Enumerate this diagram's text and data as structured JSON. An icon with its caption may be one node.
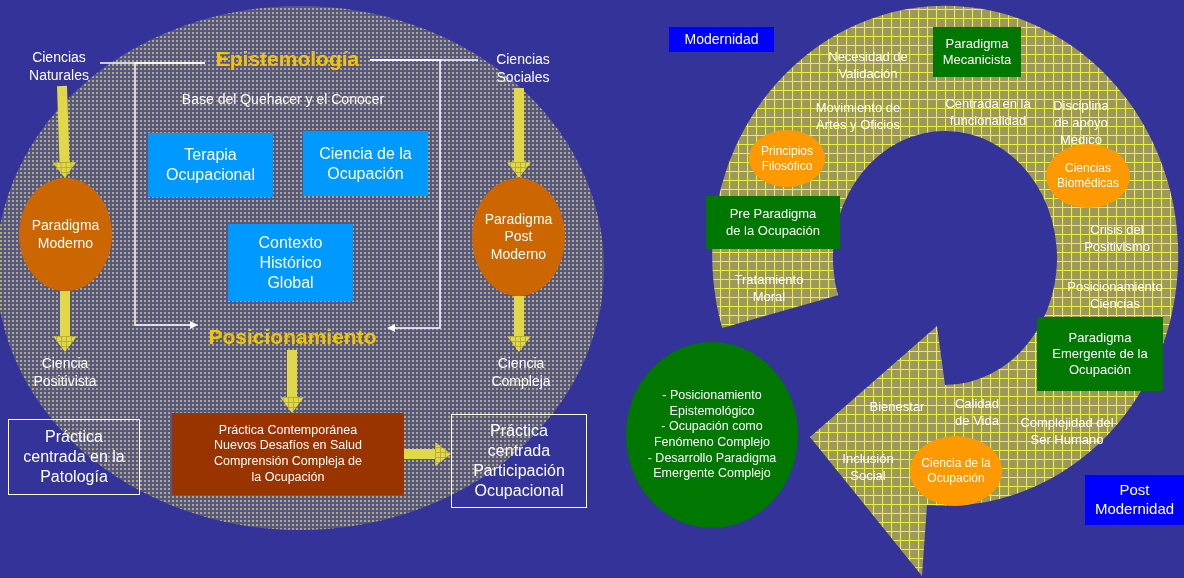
{
  "diagram": {
    "nodes": [
      {
        "text": [
          "Epistemología"
        ]
      },
      {
        "text": [
          "Ciencias Naturales"
        ]
      },
      {
        "text": [
          "Ciencias Sociales"
        ]
      },
      {
        "text": [
          "Terapia Ocupacional"
        ]
      },
      {
        "text": [
          "Ciencia de la Ocupación"
        ]
      },
      {
        "text": [
          "Contexto Histórico Global"
        ]
      },
      {
        "text": [
          "Paradigma Moderno"
        ]
      },
      {
        "text": [
          "Paradigma Post Moderno"
        ]
      },
      {
        "text": [
          "Posicionamiento"
        ]
      },
      {
        "text": [
          "Ciencia Positivista"
        ]
      },
      {
        "text": [
          "Ciencia Compleja"
        ]
      },
      {
        "text": [
          "Práctica centrada en la Patología"
        ]
      },
      {
        "text": [
          "Práctica Contemporánea Nuevos Desafíos en Salud Comprensión Compleja de la Ocupación"
        ]
      },
      {
        "text": [
          "Práctica centrada Participación Ocupacional"
        ]
      },
      {
        "text": [
          "Modernidad"
        ]
      },
      {
        "text": [
          "Paradigma Mecanicista"
        ]
      },
      {
        "text": [
          "Principios Filosófico"
        ]
      },
      {
        "text": [
          "Ciencias Biomédicas"
        ]
      },
      {
        "text": [
          "Pre Paradigma de la Ocupación"
        ]
      },
      {
        "text": [
          "Paradigma Emergente de la Ocupación"
        ]
      },
      {
        "text": [
          "- Posicionamiento Epistemológico",
          "- Ocupación como Fenómeno Complejo",
          "- Desarrollo Paradigma Emergente Complejo"
        ]
      },
      {
        "text": [
          "Ciencia de la Ocupación"
        ]
      },
      {
        "text": [
          "Post Modernidad"
        ]
      }
    ],
    "edges": [
      {
        "from": 1,
        "to": 0,
        "arrow": "none",
        "color": "#ffffff"
      },
      {
        "from": 0,
        "to": 8,
        "arrow": "to",
        "color": "#ffffff"
      },
      {
        "from": 0,
        "to": 2,
        "arrow": "none",
        "color": "#ffffff"
      },
      {
        "from": 0,
        "to": 8,
        "arrow": "to",
        "color": "#ffffff"
      },
      {
        "from": 1,
        "to": 6,
        "arrow": "to"
      },
      {
        "from": 6,
        "to": 9,
        "arrow": "to"
      },
      {
        "from": 2,
        "to": 7,
        "arrow": "to"
      },
      {
        "from": 7,
        "to": 10,
        "arrow": "to"
      },
      {
        "from": 8,
        "to": 12,
        "arrow": "to"
      },
      {
        "from": 12,
        "to": 13,
        "arrow": "to"
      }
    ],
    "labels": [
      "Base del Quehacer y el Conocer",
      "Necesidad de Validación",
      "Movimiento de Artes y Oficios",
      "Centrada en la funcionalidad",
      "Disciplina de apoyo Médico",
      "Crisis del Positivismo",
      "Tratamiento Moral",
      "Posicionamiento Ciencias",
      "Bienestar",
      "Calidad de Vida",
      "Complejidad del Ser Humano",
      "Inclusión Social"
    ]
  }
}
